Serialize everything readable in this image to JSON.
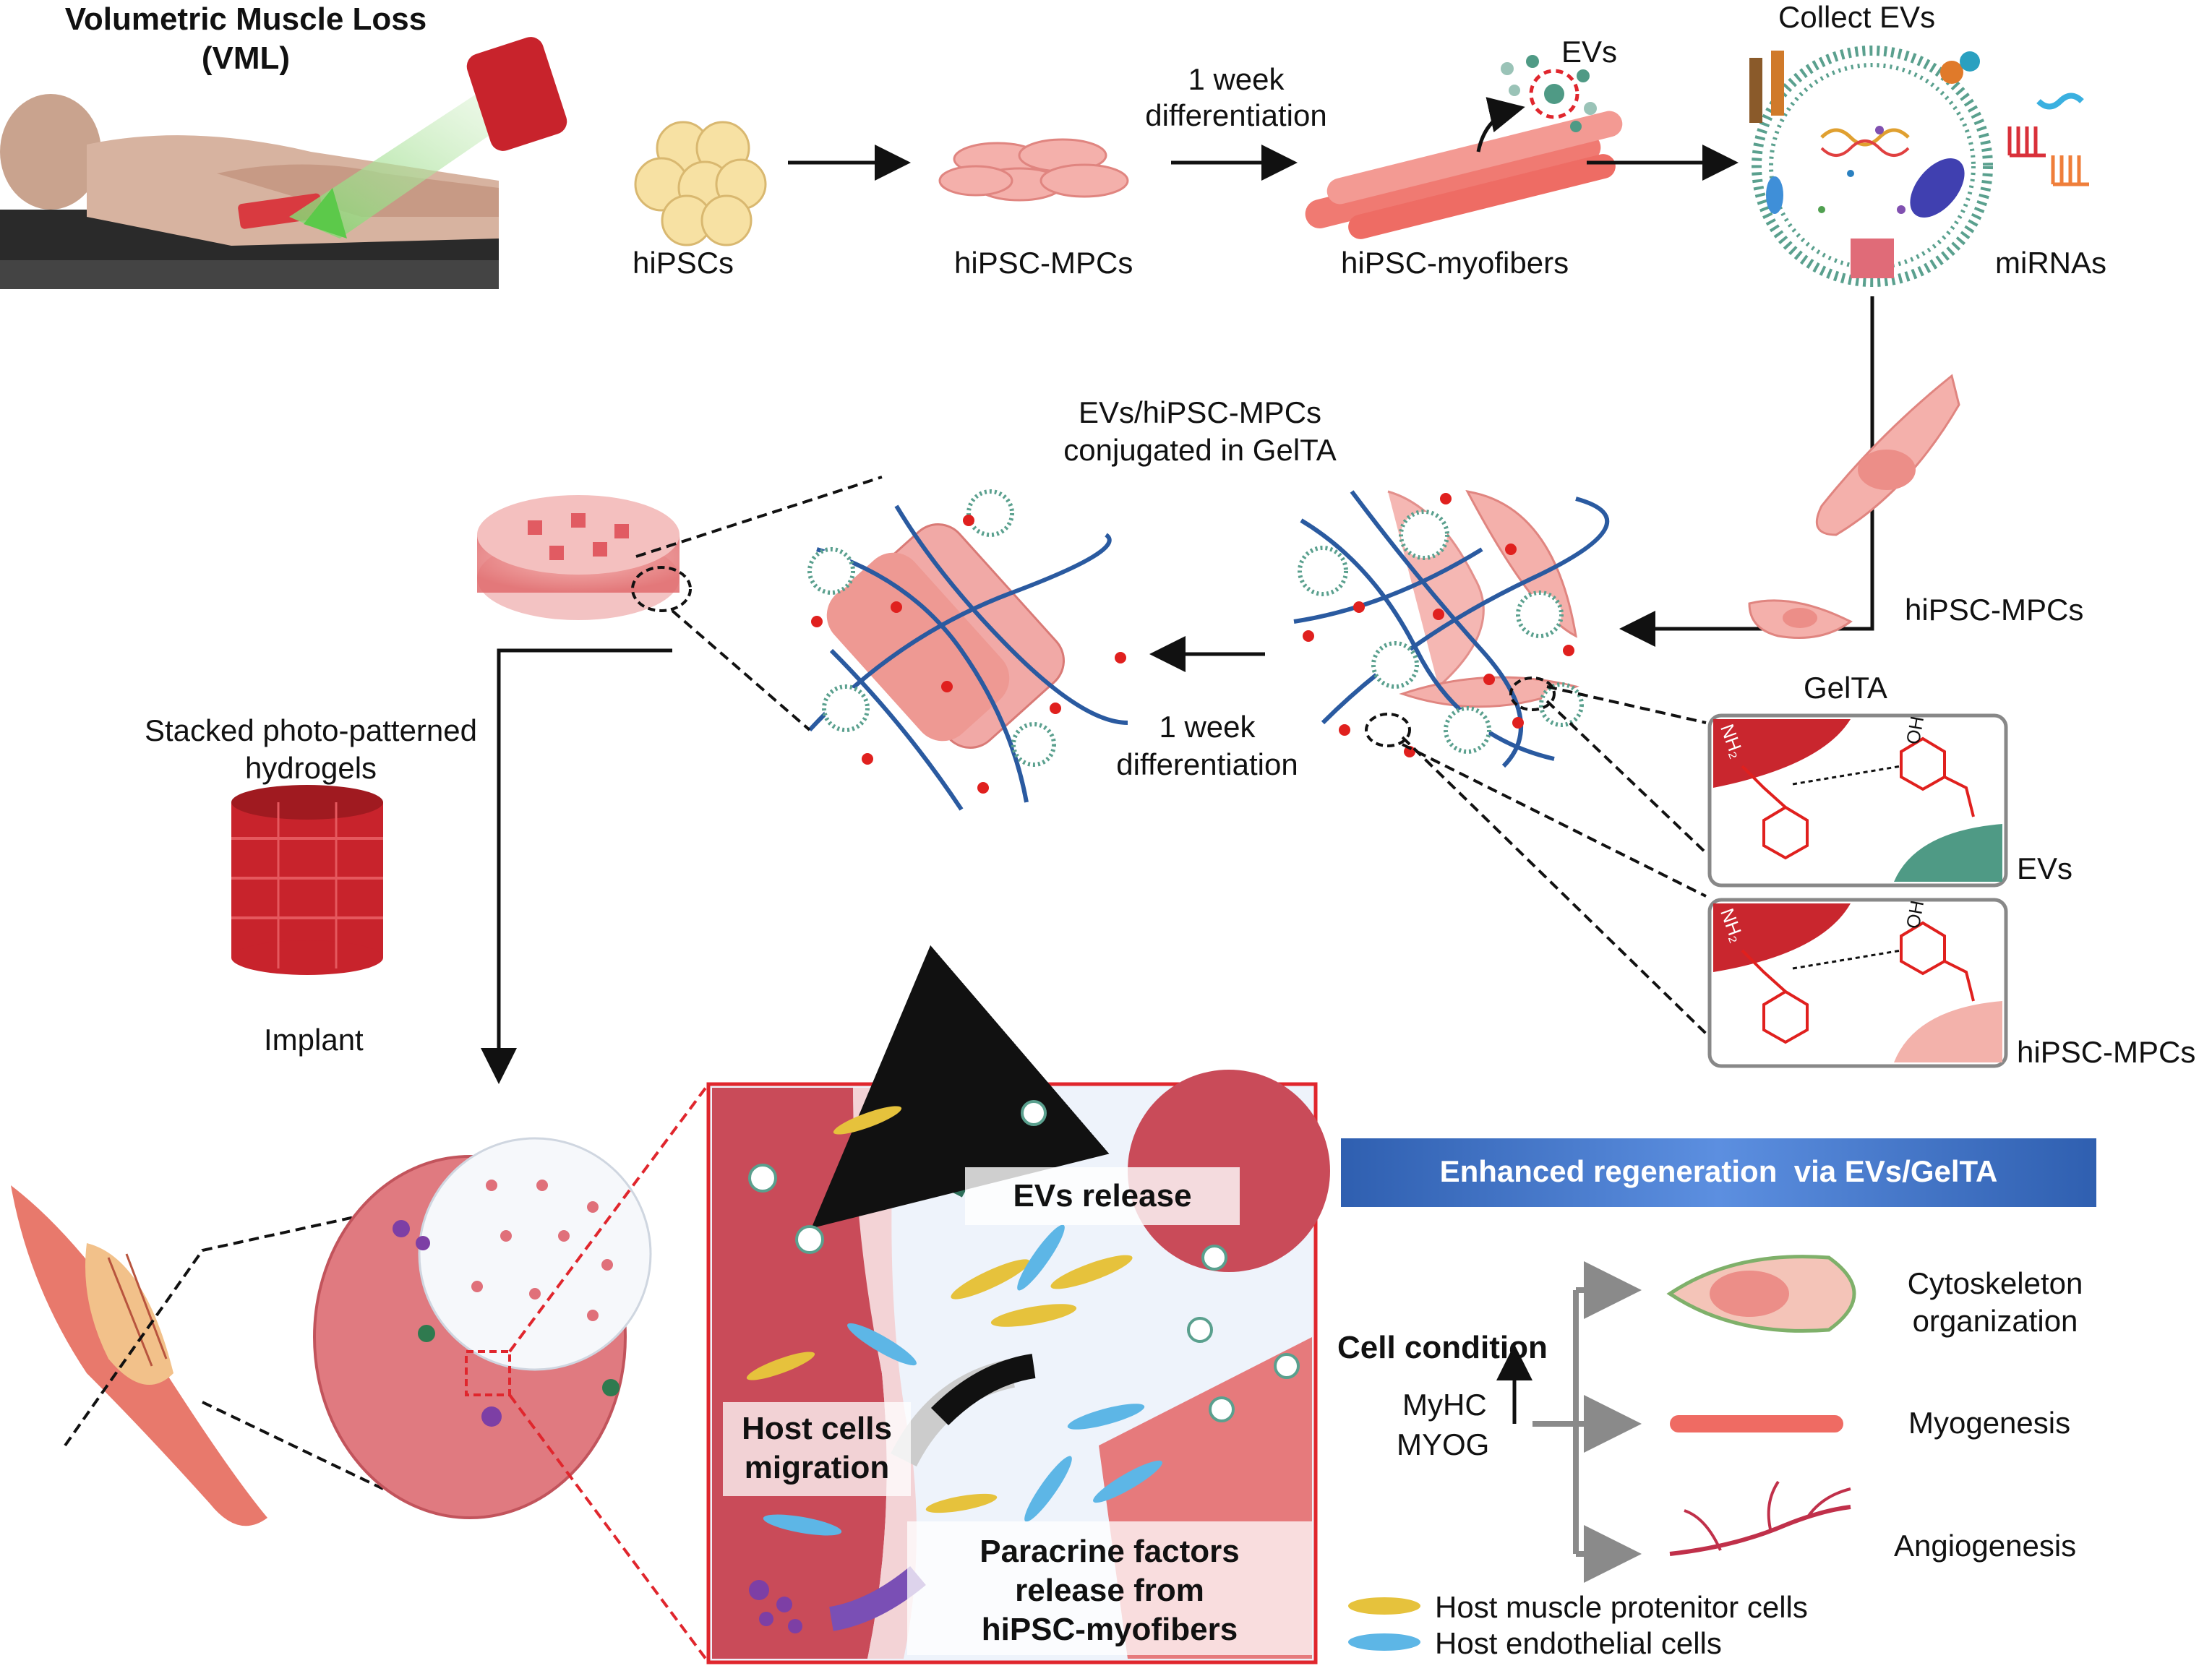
{
  "vml": {
    "title_line1": "Volumetric Muscle Loss",
    "title_line2": "(VML)"
  },
  "top_row": {
    "hipscs": "hiPSCs",
    "hipsc_mpcs": "hiPSC-MPCs",
    "arrow_label_line1": "1 week",
    "arrow_label_line2": "differentiation",
    "hipsc_myofibers": "hiPSC-myofibers",
    "evs": "EVs",
    "collect_evs": "Collect EVs",
    "mirnas": "miRNAs"
  },
  "middle": {
    "conjugated_line1": "EVs/hiPSC-MPCs",
    "conjugated_line2": "conjugated in GelTA",
    "diff_line1": "1 week",
    "diff_line2": "differentiation",
    "hipsc_mpcs_right": "hiPSC-MPCs",
    "geltA": "GelTA",
    "evs_box": "EVs",
    "hipsc_mpcs_box": "hiPSC-MPCs",
    "chem_nh2": "NH₂",
    "chem_oh": "OH"
  },
  "left": {
    "stacked_line1": "Stacked photo-patterned",
    "stacked_line2": "hydrogels",
    "implant": "Implant"
  },
  "inset": {
    "evs_release": "EVs release",
    "host_line1": "Host cells",
    "host_line2": "migration",
    "paracrine_line1": "Paracrine factors",
    "paracrine_line2": "release from",
    "paracrine_line3": "hiPSC-myofibers"
  },
  "right_panel": {
    "banner": "Enhanced regeneration  via EVs/GelTA",
    "cell_condition": "Cell condition",
    "myhc": "MyHC",
    "myog": "MYOG",
    "cytoskeleton_line1": "Cytoskeleton",
    "cytoskeleton_line2": "organization",
    "myogenesis": "Myogenesis",
    "angiogenesis": "Angiogenesis"
  },
  "legend": {
    "yellow_cells": "Host muscle protenitor cells",
    "blue_cells": "Host endothelial cells"
  },
  "colors": {
    "muscle_red": "#d9303a",
    "muscle_pink": "#f1a9a6",
    "fiber_blue": "#2a5aa0",
    "ev_green": "#4f9a85",
    "banner_blue": "#3d74c9",
    "inset_border": "#e0262d",
    "yellow_cell": "#e6c23c",
    "blue_cell": "#5db6e6"
  }
}
